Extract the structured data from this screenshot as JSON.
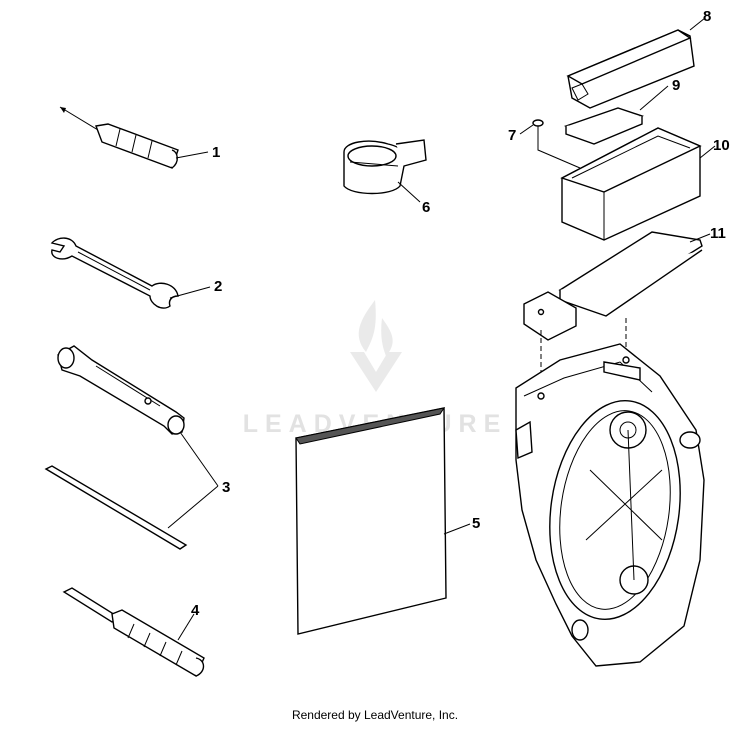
{
  "watermark": {
    "brand_text": "LEADVENTURE"
  },
  "callouts": {
    "c1": "1",
    "c2": "2",
    "c3": "3",
    "c4": "4",
    "c5": "5",
    "c6": "6",
    "c7": "7",
    "c8": "8",
    "c9": "9",
    "c10": "10",
    "c11": "11"
  },
  "footer": {
    "text": "Rendered by LeadVenture, Inc."
  }
}
